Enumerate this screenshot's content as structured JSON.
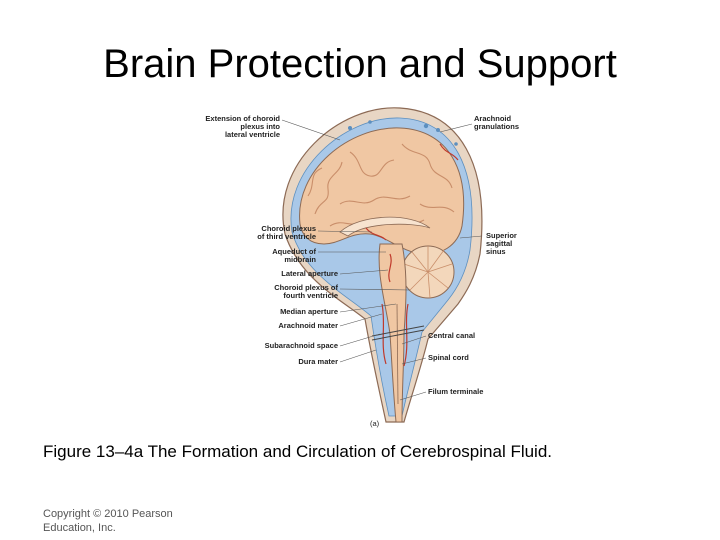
{
  "slide": {
    "title": "Brain Protection and Support",
    "caption": "Figure 13–4a The Formation and Circulation of Cerebrospinal Fluid.",
    "copyright_line1": "Copyright © 2010 Pearson",
    "copyright_line2": "Education, Inc."
  },
  "figure": {
    "panel_label": "(a)",
    "labels_left": [
      {
        "lines": [
          "Extension of choroid",
          "plexus into",
          "lateral ventricle"
        ]
      },
      {
        "lines": [
          "Choroid plexus",
          "of third ventricle"
        ]
      },
      {
        "lines": [
          "Aqueduct of",
          "midbrain"
        ]
      },
      {
        "lines": [
          "Lateral aperture"
        ]
      },
      {
        "lines": [
          "Choroid plexus of",
          "fourth ventricle"
        ]
      },
      {
        "lines": [
          "Median aperture"
        ]
      },
      {
        "lines": [
          "Arachnoid mater"
        ]
      },
      {
        "lines": [
          "Subarachnoid space"
        ]
      },
      {
        "lines": [
          "Dura mater"
        ]
      }
    ],
    "labels_right": [
      {
        "lines": [
          "Arachnoid",
          "granulations"
        ]
      },
      {
        "lines": [
          "Superior",
          "sagittal",
          "sinus"
        ]
      },
      {
        "lines": [
          "Central canal"
        ]
      },
      {
        "lines": [
          "Spinal cord"
        ]
      },
      {
        "lines": [
          "Filum terminale"
        ]
      }
    ],
    "colors": {
      "brain": "#f0c7a3",
      "gyri_lines": "#c98e6a",
      "csf_space": "#a9c8e8",
      "dura": "#e8d6c4",
      "vessel_red": "#c0392b",
      "outline": "#8c6a55"
    }
  }
}
